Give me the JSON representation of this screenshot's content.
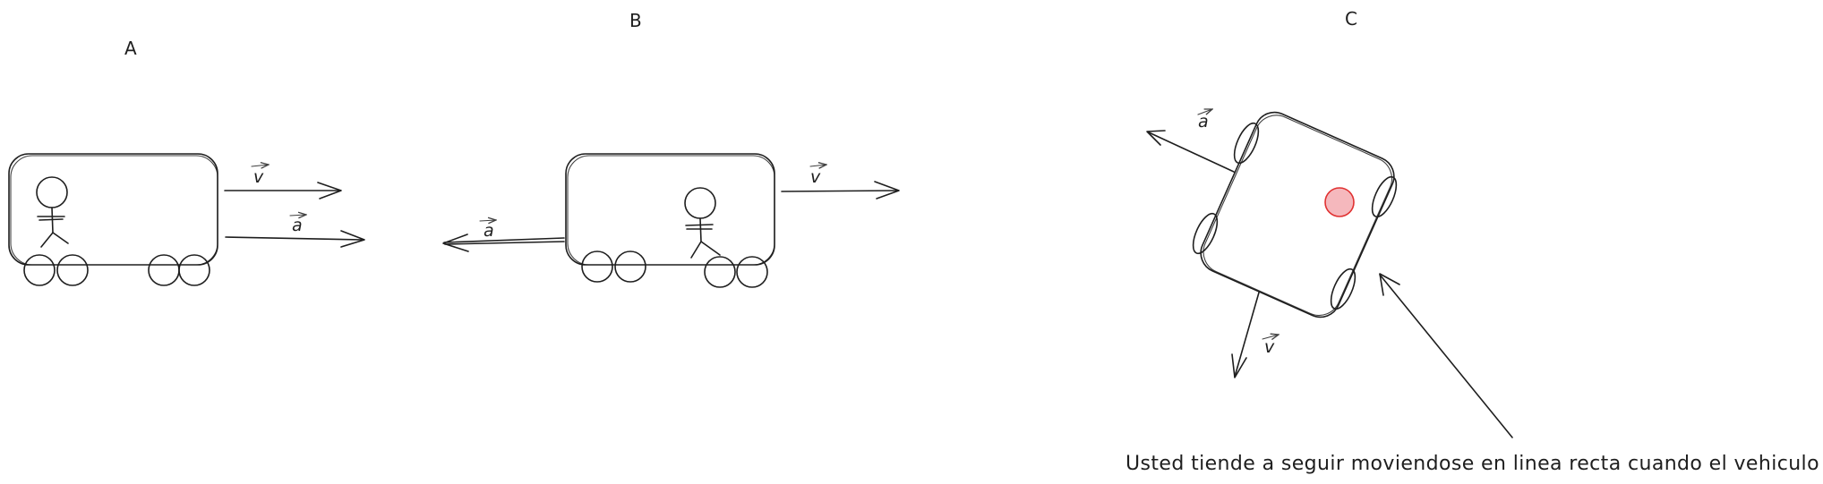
{
  "panels": {
    "a": {
      "label": "A"
    },
    "b": {
      "label": "B"
    },
    "c": {
      "label": "C"
    }
  },
  "vectors": {
    "velocity": "v",
    "acceleration": "a"
  },
  "caption": "Usted tiende a seguir moviendose en linea recta cuando el vehiculo da vuelta",
  "colors": {
    "ink": "#1e1e1e",
    "passenger_fill": "#f5b8bd",
    "passenger_stroke": "#e03131"
  }
}
